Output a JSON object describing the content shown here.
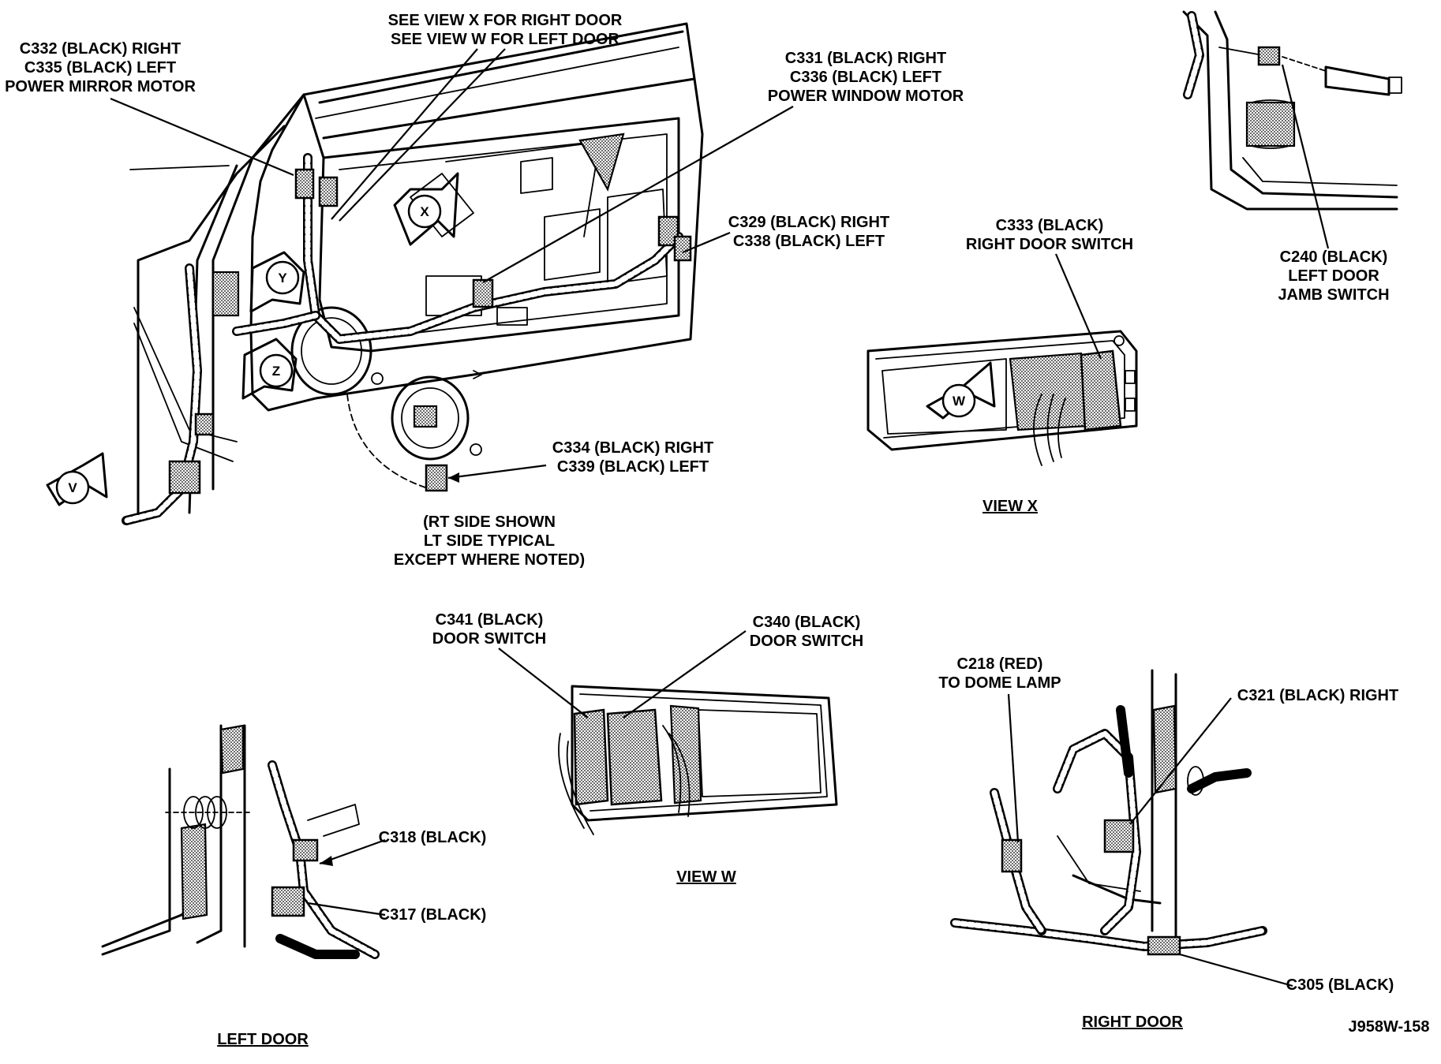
{
  "figure_id": "J958W-158",
  "callouts": {
    "power_mirror_motor": [
      "C332 (BLACK) RIGHT",
      "C335 (BLACK) LEFT",
      "POWER MIRROR MOTOR"
    ],
    "see_view": [
      "SEE VIEW X FOR RIGHT DOOR",
      "SEE VIEW W FOR LEFT DOOR"
    ],
    "power_window_motor": [
      "C331 (BLACK) RIGHT",
      "C336 (BLACK) LEFT",
      "POWER WINDOW MOTOR"
    ],
    "door_lock": [
      "C329 (BLACK) RIGHT",
      "C338 (BLACK) LEFT"
    ],
    "speaker": [
      "C334 (BLACK) RIGHT",
      "C339 (BLACK) LEFT"
    ],
    "side_note": [
      "(RT SIDE SHOWN",
      "LT SIDE TYPICAL",
      "EXCEPT WHERE NOTED)"
    ],
    "right_door_switch": [
      "C333 (BLACK)",
      "RIGHT DOOR SWITCH"
    ],
    "left_door_jamb_switch": [
      "C240 (BLACK)",
      "LEFT DOOR",
      "JAMB SWITCH"
    ],
    "c341": [
      "C341 (BLACK)",
      "DOOR SWITCH"
    ],
    "c340": [
      "C340 (BLACK)",
      "DOOR SWITCH"
    ],
    "c318": "C318 (BLACK)",
    "c317": "C317 (BLACK)",
    "dome_lamp": [
      "C218 (RED)",
      "TO DOME LAMP"
    ],
    "c321": "C321 (BLACK) RIGHT",
    "c305": "C305 (BLACK)"
  },
  "view_bubbles": {
    "x": "X",
    "y": "Y",
    "z": "Z",
    "v": "V",
    "w": "W"
  },
  "captions": {
    "view_x": "VIEW X",
    "view_w": "VIEW W",
    "left_door": "LEFT DOOR",
    "right_door": "RIGHT DOOR"
  }
}
